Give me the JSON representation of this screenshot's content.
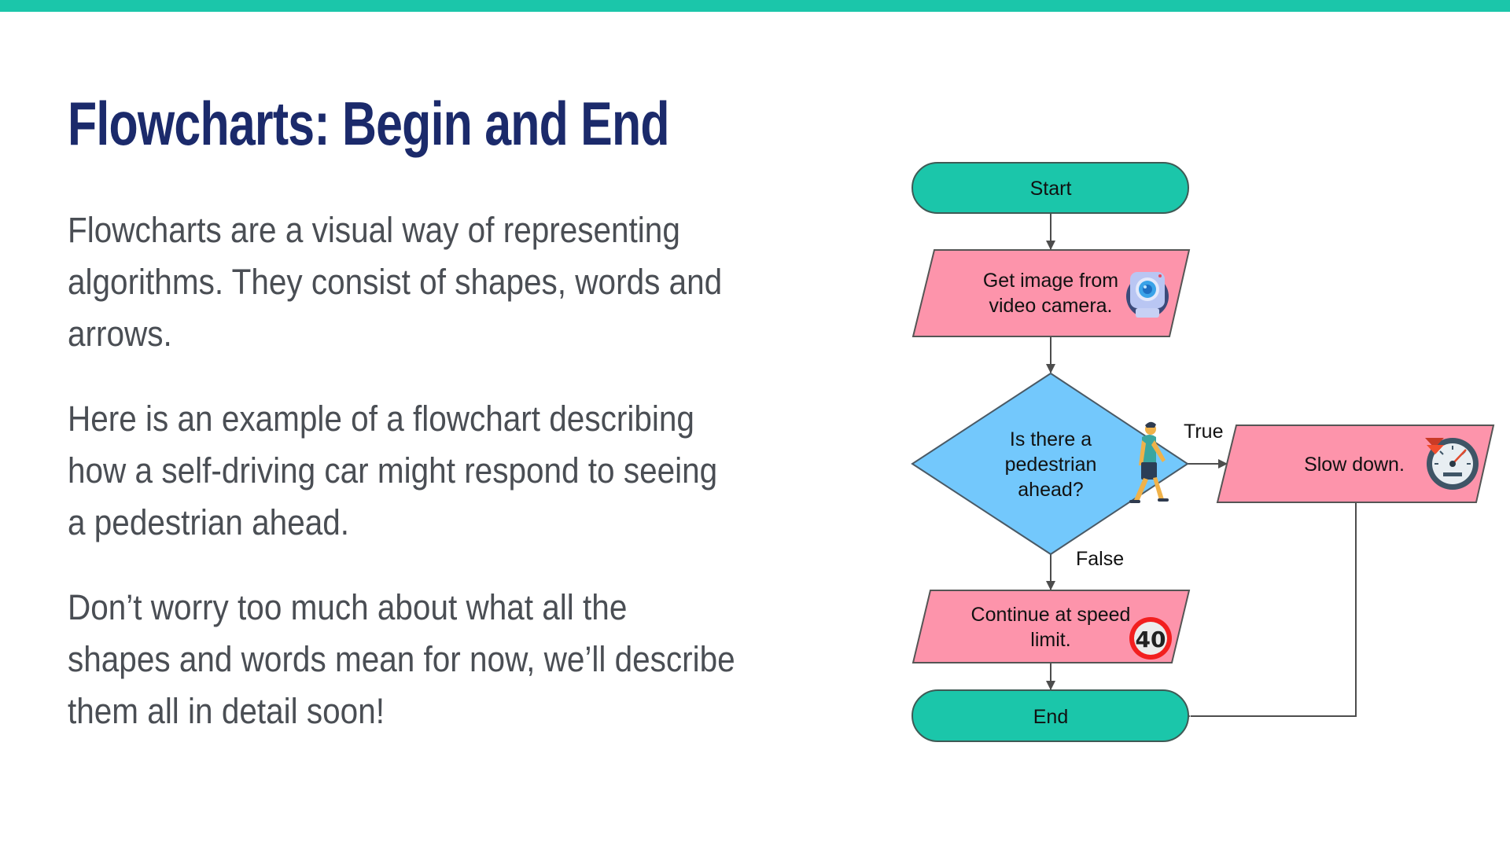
{
  "slide": {
    "title": "Flowcharts: Begin and End",
    "accent_color": "#1bc6aa",
    "title_color": "#1b2a6b",
    "paragraphs": [
      {
        "lines": [
          "Flowcharts are a visual way of representing",
          "algorithms. They consist of shapes, words and",
          "arrows."
        ]
      },
      {
        "lines": [
          "Here is an example of a flowchart describing",
          "how a self-driving car might respond to seeing",
          "a pedestrian ahead."
        ]
      },
      {
        "lines": [
          "Don’t worry too much about what all the",
          "shapes and words mean for now, we’ll describe",
          "them all in detail soon!"
        ]
      }
    ]
  },
  "flowchart": {
    "colors": {
      "terminal": "#1bc6aa",
      "process": "#fd94ab",
      "decision": "#73c8fc",
      "stroke": "#4d4d4d"
    },
    "nodes": {
      "start": {
        "type": "terminal",
        "label": "Start"
      },
      "get_image": {
        "type": "input-output",
        "line1": "Get image from",
        "line2": "video camera.",
        "icon": "webcam-icon"
      },
      "decision": {
        "type": "decision",
        "line1": "Is there a",
        "line2": "pedestrian",
        "line3": "ahead?",
        "icon": "pedestrian-walking-icon"
      },
      "slow_down": {
        "type": "input-output",
        "label": "Slow down.",
        "icon": "speedometer-icon"
      },
      "continue": {
        "type": "input-output",
        "line1": "Continue at speed",
        "line2": "limit.",
        "icon": "speed-limit-sign-icon",
        "sign_value": "40"
      },
      "end": {
        "type": "terminal",
        "label": "End"
      }
    },
    "edges": {
      "true_label": "True",
      "false_label": "False"
    }
  }
}
